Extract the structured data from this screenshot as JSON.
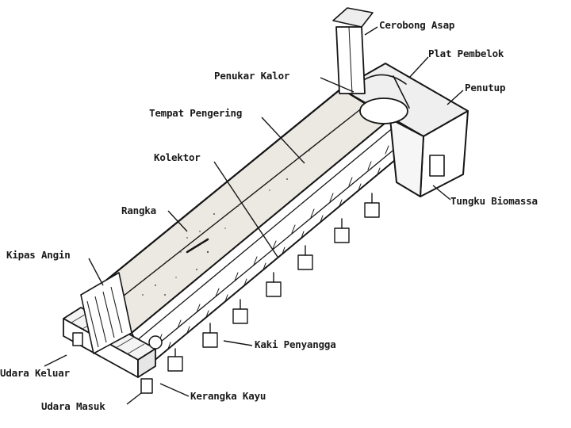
{
  "diagram": {
    "labels": {
      "cerobong_asap": "Cerobong Asap",
      "plat_pembelok": "Plat Pembelok",
      "penukar_kalor": "Penukar Kalor",
      "penutup": "Penutup",
      "tempat_pengering": "Tempat Pengering",
      "kolektor": "Kolektor",
      "rangka": "Rangka",
      "tungku_biomassa": "Tungku Biomassa",
      "kipas_angin": "Kipas Angin",
      "kaki_penyangga": "Kaki Penyangga",
      "udara_keluar": "Udara Keluar",
      "udara_masuk": "Udara Masuk",
      "kerangka_kayu": "Kerangka Kayu"
    }
  }
}
